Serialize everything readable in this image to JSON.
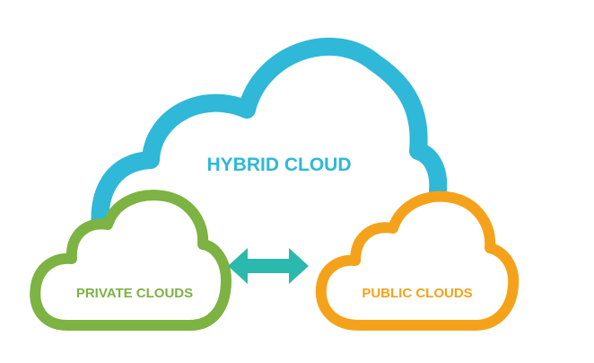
{
  "diagram": {
    "hybrid": {
      "label": "HYBRID CLOUD",
      "color": "#2fb8d8"
    },
    "private": {
      "label": "PRIVATE CLOUDS",
      "color": "#7cb342"
    },
    "public": {
      "label": "PUBLIC CLOUDS",
      "color": "#f5a21b"
    },
    "connector": {
      "color": "#2bb9ad",
      "icon": "double-arrow-icon"
    }
  }
}
